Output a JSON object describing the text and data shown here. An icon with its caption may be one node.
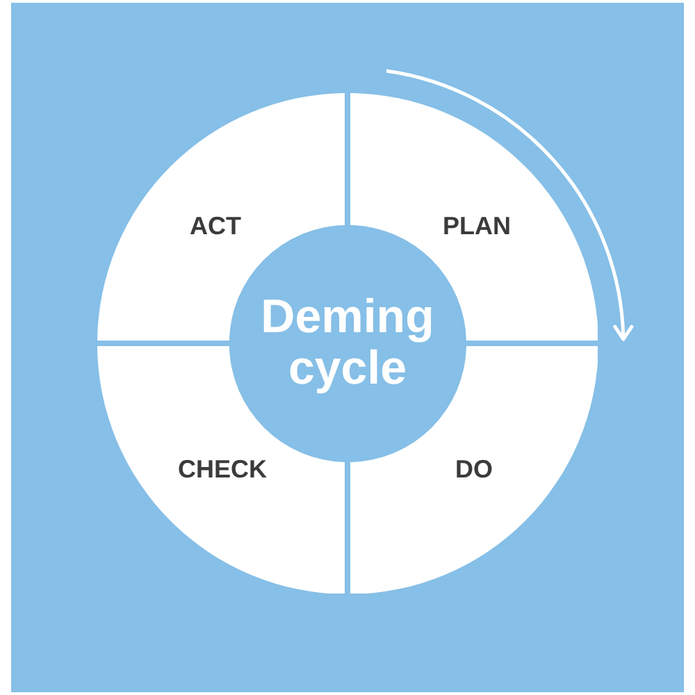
{
  "diagram": {
    "nodes": [
      {
        "text": [
          "ACT"
        ]
      },
      {
        "text": [
          "PLAN"
        ]
      },
      {
        "text": [
          "Deming cycle"
        ]
      },
      {
        "text": [
          "CHECK"
        ]
      },
      {
        "text": [
          "DO"
        ]
      }
    ]
  }
}
